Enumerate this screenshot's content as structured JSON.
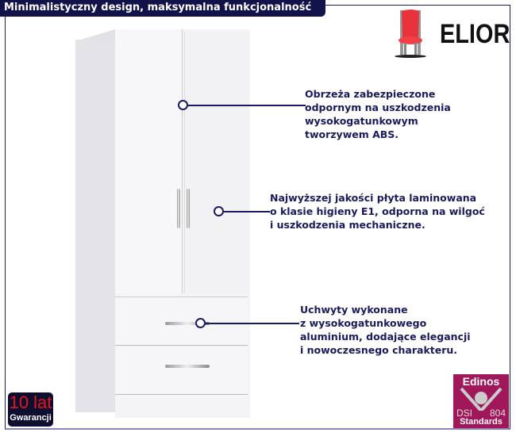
{
  "header": {
    "title": "Minimalistyczny design, maksymalna funkcjonalność"
  },
  "brand": {
    "logo_text": "ELIOR",
    "icon": "red-chair-icon"
  },
  "features": [
    {
      "text": "Obrzeża zabezpieczone\nodpornym na uszkodzenia\nwysokogatunkowym\ntworzywem ABS."
    },
    {
      "text": "Najwyższej jakości płyta laminowana\no klasie higieny E1, odporna na wilgoć\ni uszkodzenia mechaniczne."
    },
    {
      "text": "Uchwyty wykonane\nz wysokogatunkowego\naluminium, dodające elegancji\ni nowoczesnego charakteru."
    }
  ],
  "warranty": {
    "years": "10 lat",
    "label": "Gwarancji"
  },
  "certificate": {
    "brand": "Edinos",
    "left": "DSI",
    "right": "804",
    "label": "Standards"
  },
  "colors": {
    "navy": "#1a1a5e",
    "warranty_red": "#e8141c",
    "cert_magenta": "#a0185a"
  }
}
